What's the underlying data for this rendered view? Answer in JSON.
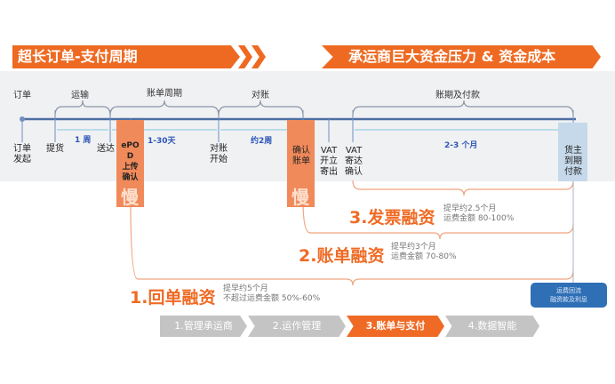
{
  "banners": {
    "left_title": "超长订单-支付周期",
    "right_title": "承运商巨大资金压力 & 资金成本",
    "accent_color": "#ee6a22"
  },
  "timeline": {
    "top_labels": [
      "订单",
      "运输",
      "账单周期",
      "对账",
      "账期及付款"
    ],
    "nodes": [
      {
        "label": "订单\n发起"
      },
      {
        "label": "提货"
      },
      {
        "label": "送达"
      },
      {
        "label": "ePOD上传确认"
      },
      {
        "label": "对账\n开始"
      },
      {
        "label": "确认\n账单"
      },
      {
        "label": "VAT\n开立\n寄出"
      },
      {
        "label": "VAT\n寄达\n确认"
      },
      {
        "label": "货主\n到期\n付款"
      }
    ],
    "durations": [
      "1 周",
      "1-30天",
      "约2周",
      "2-3 个月"
    ],
    "slow_marker": "慢",
    "epod_line1": "ePO",
    "epod_line2": "D",
    "epod_line3": "上传",
    "epod_line4": "确认"
  },
  "financing": [
    {
      "title": "3.发票融资",
      "desc_line1": "提早约2.5个月",
      "desc_line2": "运费金额 80-100%"
    },
    {
      "title": "2.账单融资",
      "desc_line1": "提早约3个月",
      "desc_line2": "运费金额 70-80%"
    },
    {
      "title": "1.回单融资",
      "desc_line1": "提早约5个月",
      "desc_line2": "不超过运费金额 50%-60%"
    }
  ],
  "repayment_box": {
    "line1": "运费回流",
    "line2": "融资款及利息"
  },
  "steps": [
    {
      "label": "1.管理承运商",
      "active": false
    },
    {
      "label": "2.运作管理",
      "active": false
    },
    {
      "label": "3.账单与支付",
      "active": true
    },
    {
      "label": "4.数据智能",
      "active": false
    }
  ]
}
